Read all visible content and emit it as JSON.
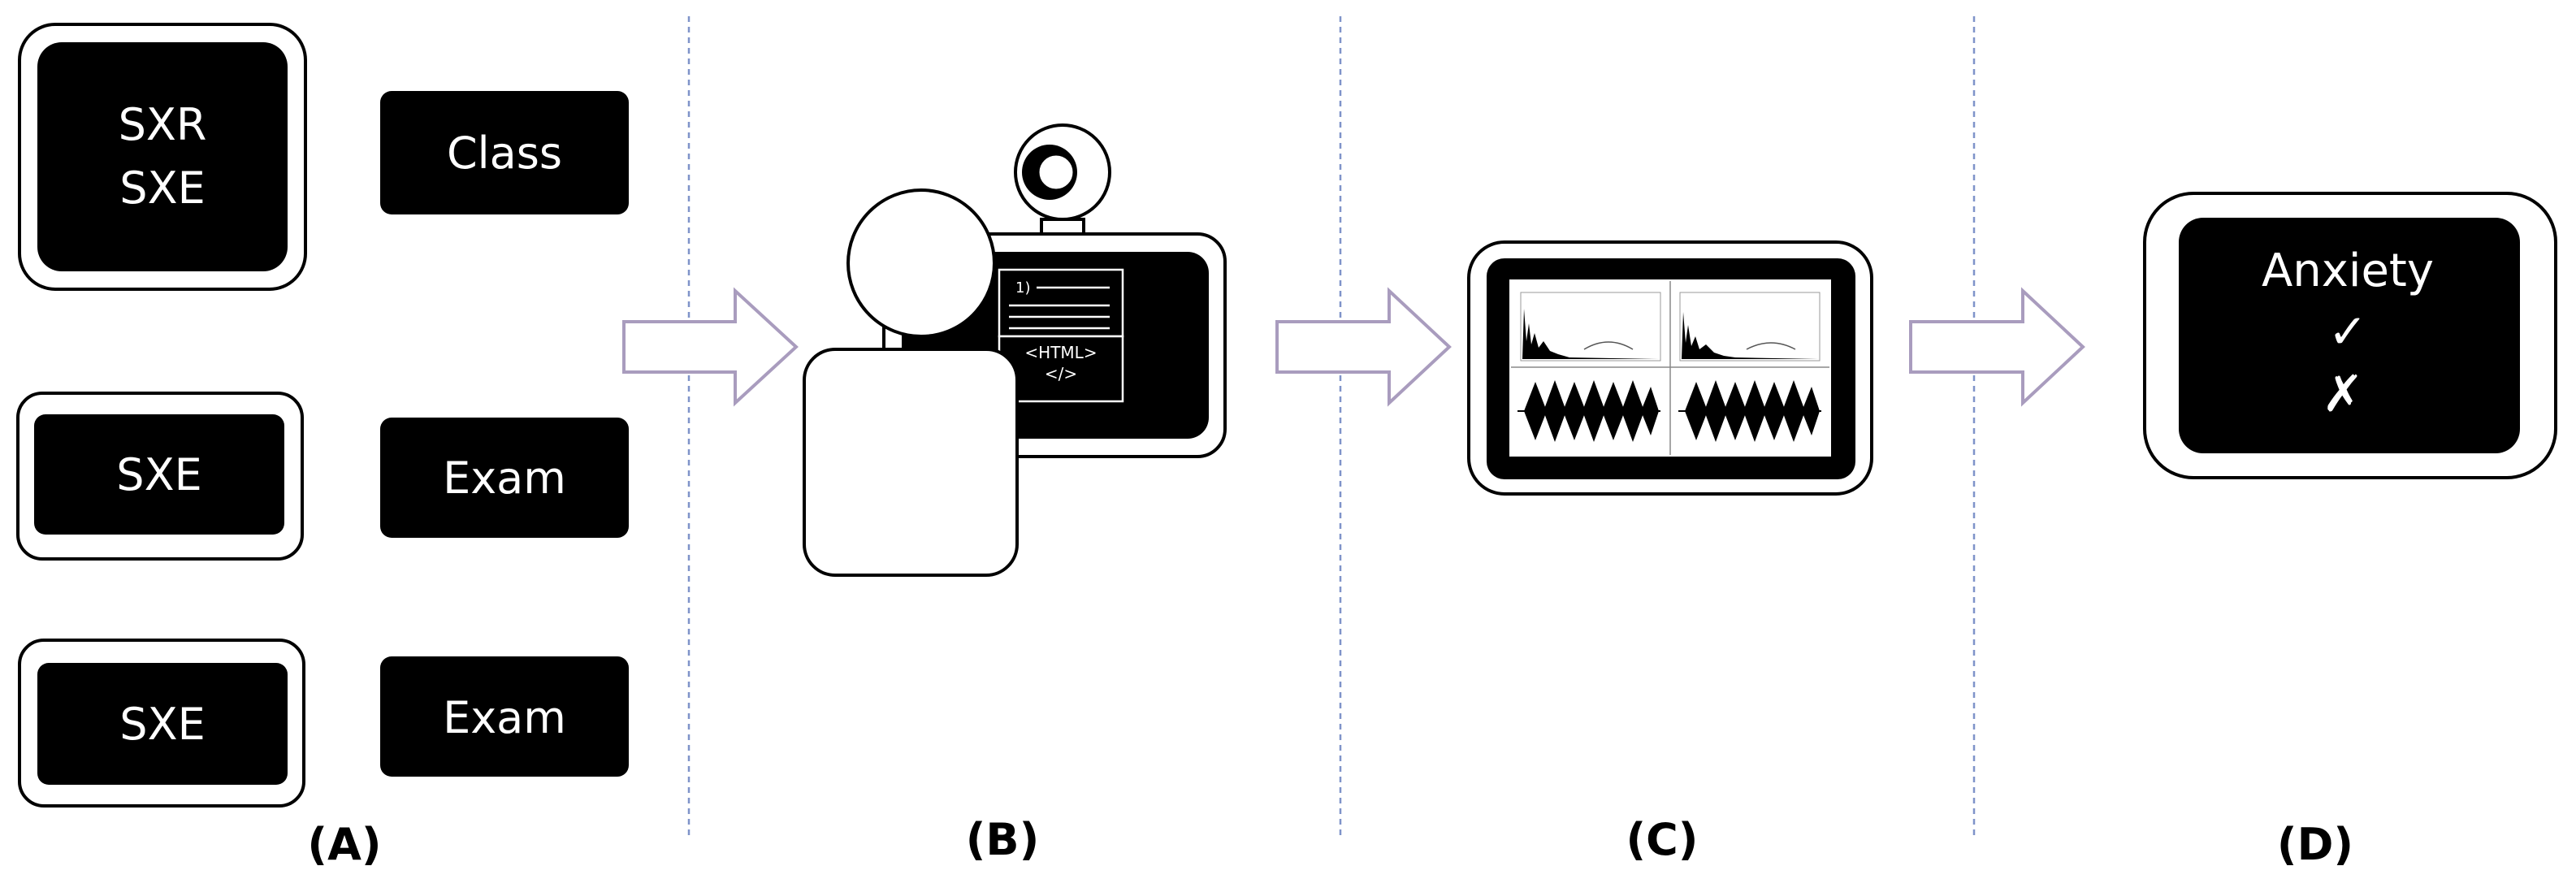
{
  "panels": {
    "a": {
      "label": "(A)",
      "rows": [
        {
          "box_lines": [
            "SXR",
            "SXE"
          ],
          "tag": "Class"
        },
        {
          "box_lines": [
            "SXE"
          ],
          "tag": "Exam"
        },
        {
          "box_lines": [
            "SXE"
          ],
          "tag": "Exam"
        }
      ]
    },
    "b": {
      "label": "(B)",
      "screen": {
        "item_number": "1)",
        "code_open": "<HTML>",
        "code_close": "</>"
      }
    },
    "c": {
      "label": "(C)"
    },
    "d": {
      "label": "(D)",
      "title": "Anxiety",
      "check": "✓",
      "cross": "✗"
    }
  },
  "colors": {
    "box_fill": "#000000",
    "text_on_dark": "#ffffff",
    "divider": "#7f93c9",
    "arrow_stroke": "#a99cbe"
  }
}
